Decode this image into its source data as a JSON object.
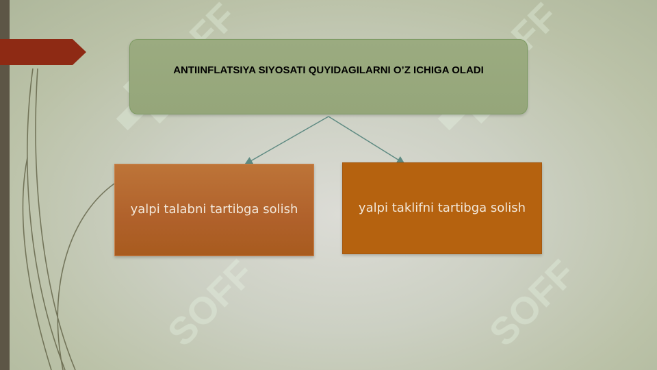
{
  "slide": {
    "title": "ANTIINFLATSIYA SIYOSATI QUYIDAGILARNI O’Z ICHIGA OLADI",
    "branches": [
      {
        "label": "yalpi talabni tartibga solish"
      },
      {
        "label": "yalpi taklifni tartibga solish"
      }
    ],
    "watermark": "SOFF"
  },
  "colors": {
    "left_bar": "#5d5646",
    "red_tab": "#8e2a14",
    "title_box": "#9bab80",
    "left_box": "#b0612b",
    "right_box": "#b5620f",
    "connector": "#5e8a82"
  }
}
